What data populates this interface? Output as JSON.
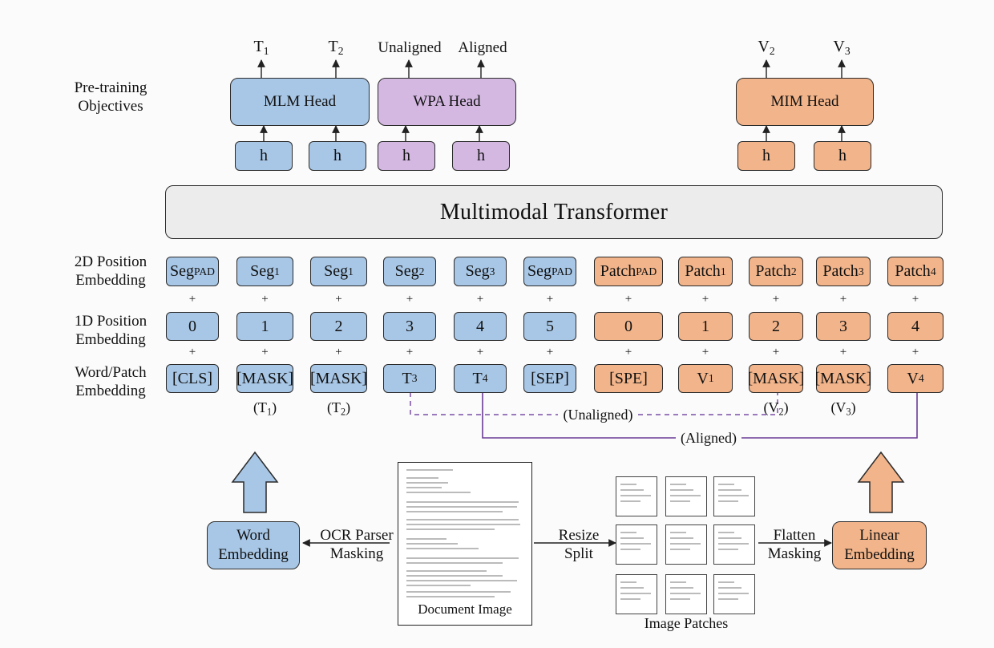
{
  "objectives_label": [
    "Pre-training",
    "Objectives"
  ],
  "outputs": {
    "t1": {
      "base": "T",
      "sub": "1"
    },
    "t2": {
      "base": "T",
      "sub": "2"
    },
    "unaligned": "Unaligned",
    "aligned": "Aligned",
    "v2": {
      "base": "V",
      "sub": "2"
    },
    "v3": {
      "base": "V",
      "sub": "3"
    }
  },
  "heads": {
    "mlm": "MLM Head",
    "wpa": "WPA Head",
    "mim": "MIM Head"
  },
  "hidden_label": "h",
  "transformer_label": "Multimodal Transformer",
  "row_labels": {
    "pos2d": [
      "2D Position",
      "Embedding"
    ],
    "pos1d": [
      "1D Position",
      "Embedding"
    ],
    "word_patch": [
      "Word/Patch",
      "Embedding"
    ]
  },
  "plus": "+",
  "columns": [
    {
      "seg": {
        "base": "Seg",
        "sub": "PAD"
      },
      "pos": "0",
      "tok": {
        "base": "[CLS]",
        "sub": ""
      },
      "note": null,
      "color": "blue"
    },
    {
      "seg": {
        "base": "Seg",
        "sub": "1"
      },
      "pos": "1",
      "tok": {
        "base": "[MASK]",
        "sub": ""
      },
      "note": {
        "base": "(T",
        "sub": "1",
        "tail": ")"
      },
      "color": "blue"
    },
    {
      "seg": {
        "base": "Seg",
        "sub": "1"
      },
      "pos": "2",
      "tok": {
        "base": "[MASK]",
        "sub": ""
      },
      "note": {
        "base": "(T",
        "sub": "2",
        "tail": ")"
      },
      "color": "blue"
    },
    {
      "seg": {
        "base": "Seg",
        "sub": "2"
      },
      "pos": "3",
      "tok": {
        "base": "T",
        "sub": "3"
      },
      "note": null,
      "color": "blue"
    },
    {
      "seg": {
        "base": "Seg",
        "sub": "3"
      },
      "pos": "4",
      "tok": {
        "base": "T",
        "sub": "4"
      },
      "note": null,
      "color": "blue"
    },
    {
      "seg": {
        "base": "Seg",
        "sub": "PAD"
      },
      "pos": "5",
      "tok": {
        "base": "[SEP]",
        "sub": ""
      },
      "note": null,
      "color": "blue"
    },
    {
      "seg": {
        "base": "Patch",
        "sub": "PAD"
      },
      "pos": "0",
      "tok": {
        "base": "[SPE]",
        "sub": ""
      },
      "note": null,
      "color": "orange"
    },
    {
      "seg": {
        "base": "Patch",
        "sub": "1"
      },
      "pos": "1",
      "tok": {
        "base": "V",
        "sub": "1"
      },
      "note": null,
      "color": "orange"
    },
    {
      "seg": {
        "base": "Patch",
        "sub": "2"
      },
      "pos": "2",
      "tok": {
        "base": "[MASK]",
        "sub": ""
      },
      "note": {
        "base": "(V",
        "sub": "2",
        "tail": ")"
      },
      "color": "orange"
    },
    {
      "seg": {
        "base": "Patch",
        "sub": "3"
      },
      "pos": "3",
      "tok": {
        "base": "[MASK]",
        "sub": ""
      },
      "note": {
        "base": "(V",
        "sub": "3",
        "tail": ")"
      },
      "color": "orange"
    },
    {
      "seg": {
        "base": "Patch",
        "sub": "4"
      },
      "pos": "4",
      "tok": {
        "base": "V",
        "sub": "4"
      },
      "note": null,
      "color": "orange"
    }
  ],
  "alignment": {
    "unaligned": "(Unaligned)",
    "aligned": "(Aligned)"
  },
  "bottom": {
    "word_embedding": [
      "Word",
      "Embedding"
    ],
    "ocr_label": [
      "OCR Parser",
      "Masking"
    ],
    "document_caption": "Document Image",
    "resize_label": [
      "Resize",
      "Split"
    ],
    "patches_caption": "Image Patches",
    "flatten_label": [
      "Flatten",
      "Masking"
    ],
    "linear_embedding": [
      "Linear",
      "Embedding"
    ]
  },
  "colors": {
    "blue": "#a8c7e6",
    "purple": "#d4b8e2",
    "orange": "#f2b48a",
    "transformer": "#ececec",
    "unaligned_line": "#7b4fa8",
    "aligned_line": "#6a3a96"
  }
}
